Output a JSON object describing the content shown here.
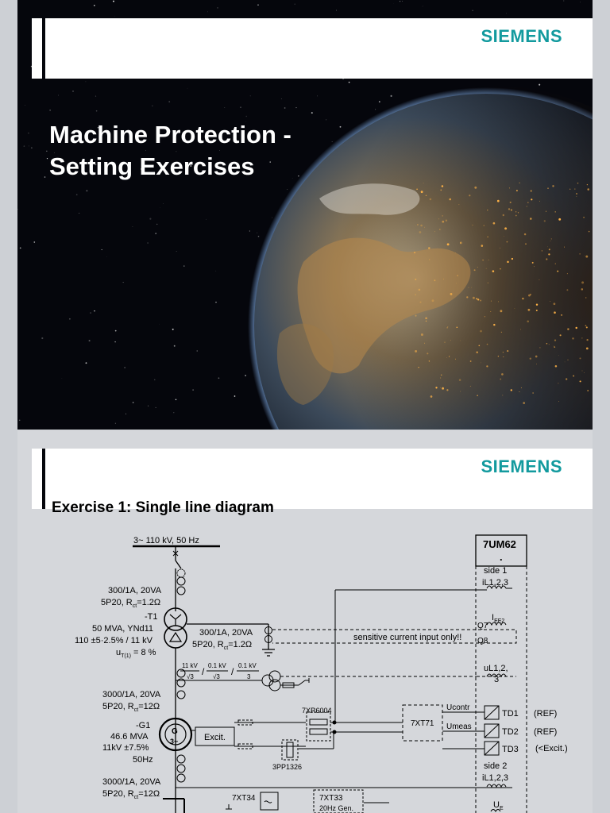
{
  "slide1": {
    "logo": "SIEMENS",
    "title_line1": "Machine Protection -",
    "title_line2": "Setting Exercises"
  },
  "slide2": {
    "logo": "SIEMENS",
    "title": "Exercise 1: Single line diagram",
    "diagram": {
      "busbar": "3~ 110 kV, 50 Hz",
      "ct1_a": "300/1A, 20VA",
      "ct1_b": "5P20, R",
      "ct1_b_sub": "ct",
      "ct1_b_end": "=1.2Ω",
      "t1_name": "-T1",
      "t1_rating": "50 MVA, YNd11",
      "t1_ratio": "110 ±5·2.5% / 11 kV",
      "t1_uk": "u",
      "t1_uk_sub": "T(1)",
      "t1_uk_end": " = 8 %",
      "ct2_a": "300/1A, 20VA",
      "ct2_b": "5P20, R",
      "ct2_b_sub": "ct",
      "ct2_b_end": "=1.2Ω",
      "sensitive": "sensitive current input only!!",
      "vt_a": "11 kV",
      "vt_b": "0.1 kV",
      "vt_c": "0.1 kV",
      "vt_den1": "√3",
      "vt_den2": "√3",
      "vt_den3": "3",
      "ct3_a": "3000/1A, 20VA",
      "ct3_b": "5P20, R",
      "ct3_b_sub": "ct",
      "ct3_b_end": "=12Ω",
      "g1_name": "-G1",
      "g1_rating": "46.6 MVA",
      "g1_voltage": "11kV ±7.5%",
      "g1_freq": "50Hz",
      "gen_sym": "G",
      "gen_sub": "3~",
      "excit": "Excit.",
      "xr": "7XR6004",
      "xt71": "7XT71",
      "pp": "3PP1326",
      "ucontr": "Ucontr",
      "umeas": "Umeas",
      "td1": "TD1",
      "td2": "TD2",
      "td3": "TD3",
      "ref1": "(REF)",
      "ref2": "(REF)",
      "excit_note": "(<Excit.)",
      "ct4_a": "3000/1A, 20VA",
      "ct4_b": "5P20, R",
      "ct4_b_sub": "ct",
      "ct4_b_end": "=12Ω",
      "xt34": "7XT34",
      "xt33": "7XT33",
      "gen20": "20Hz Gen.",
      "relay": "7UM62",
      "relay_dot": ".",
      "side1": "side 1",
      "il123_1": "iL1,2,3",
      "ief2": "I",
      "ief2_sub": "EE2",
      "q7": "Q7",
      "q8": "Q8",
      "ul123": "uL1,2,",
      "ul3": "3",
      "side2": "side 2",
      "il123_2": "iL1,2,3",
      "ue": "U",
      "ue_sub": "E"
    }
  },
  "colors": {
    "siemens_teal": "#129a9e",
    "slide_bg": "#d5d7db",
    "space": "#05060c"
  }
}
